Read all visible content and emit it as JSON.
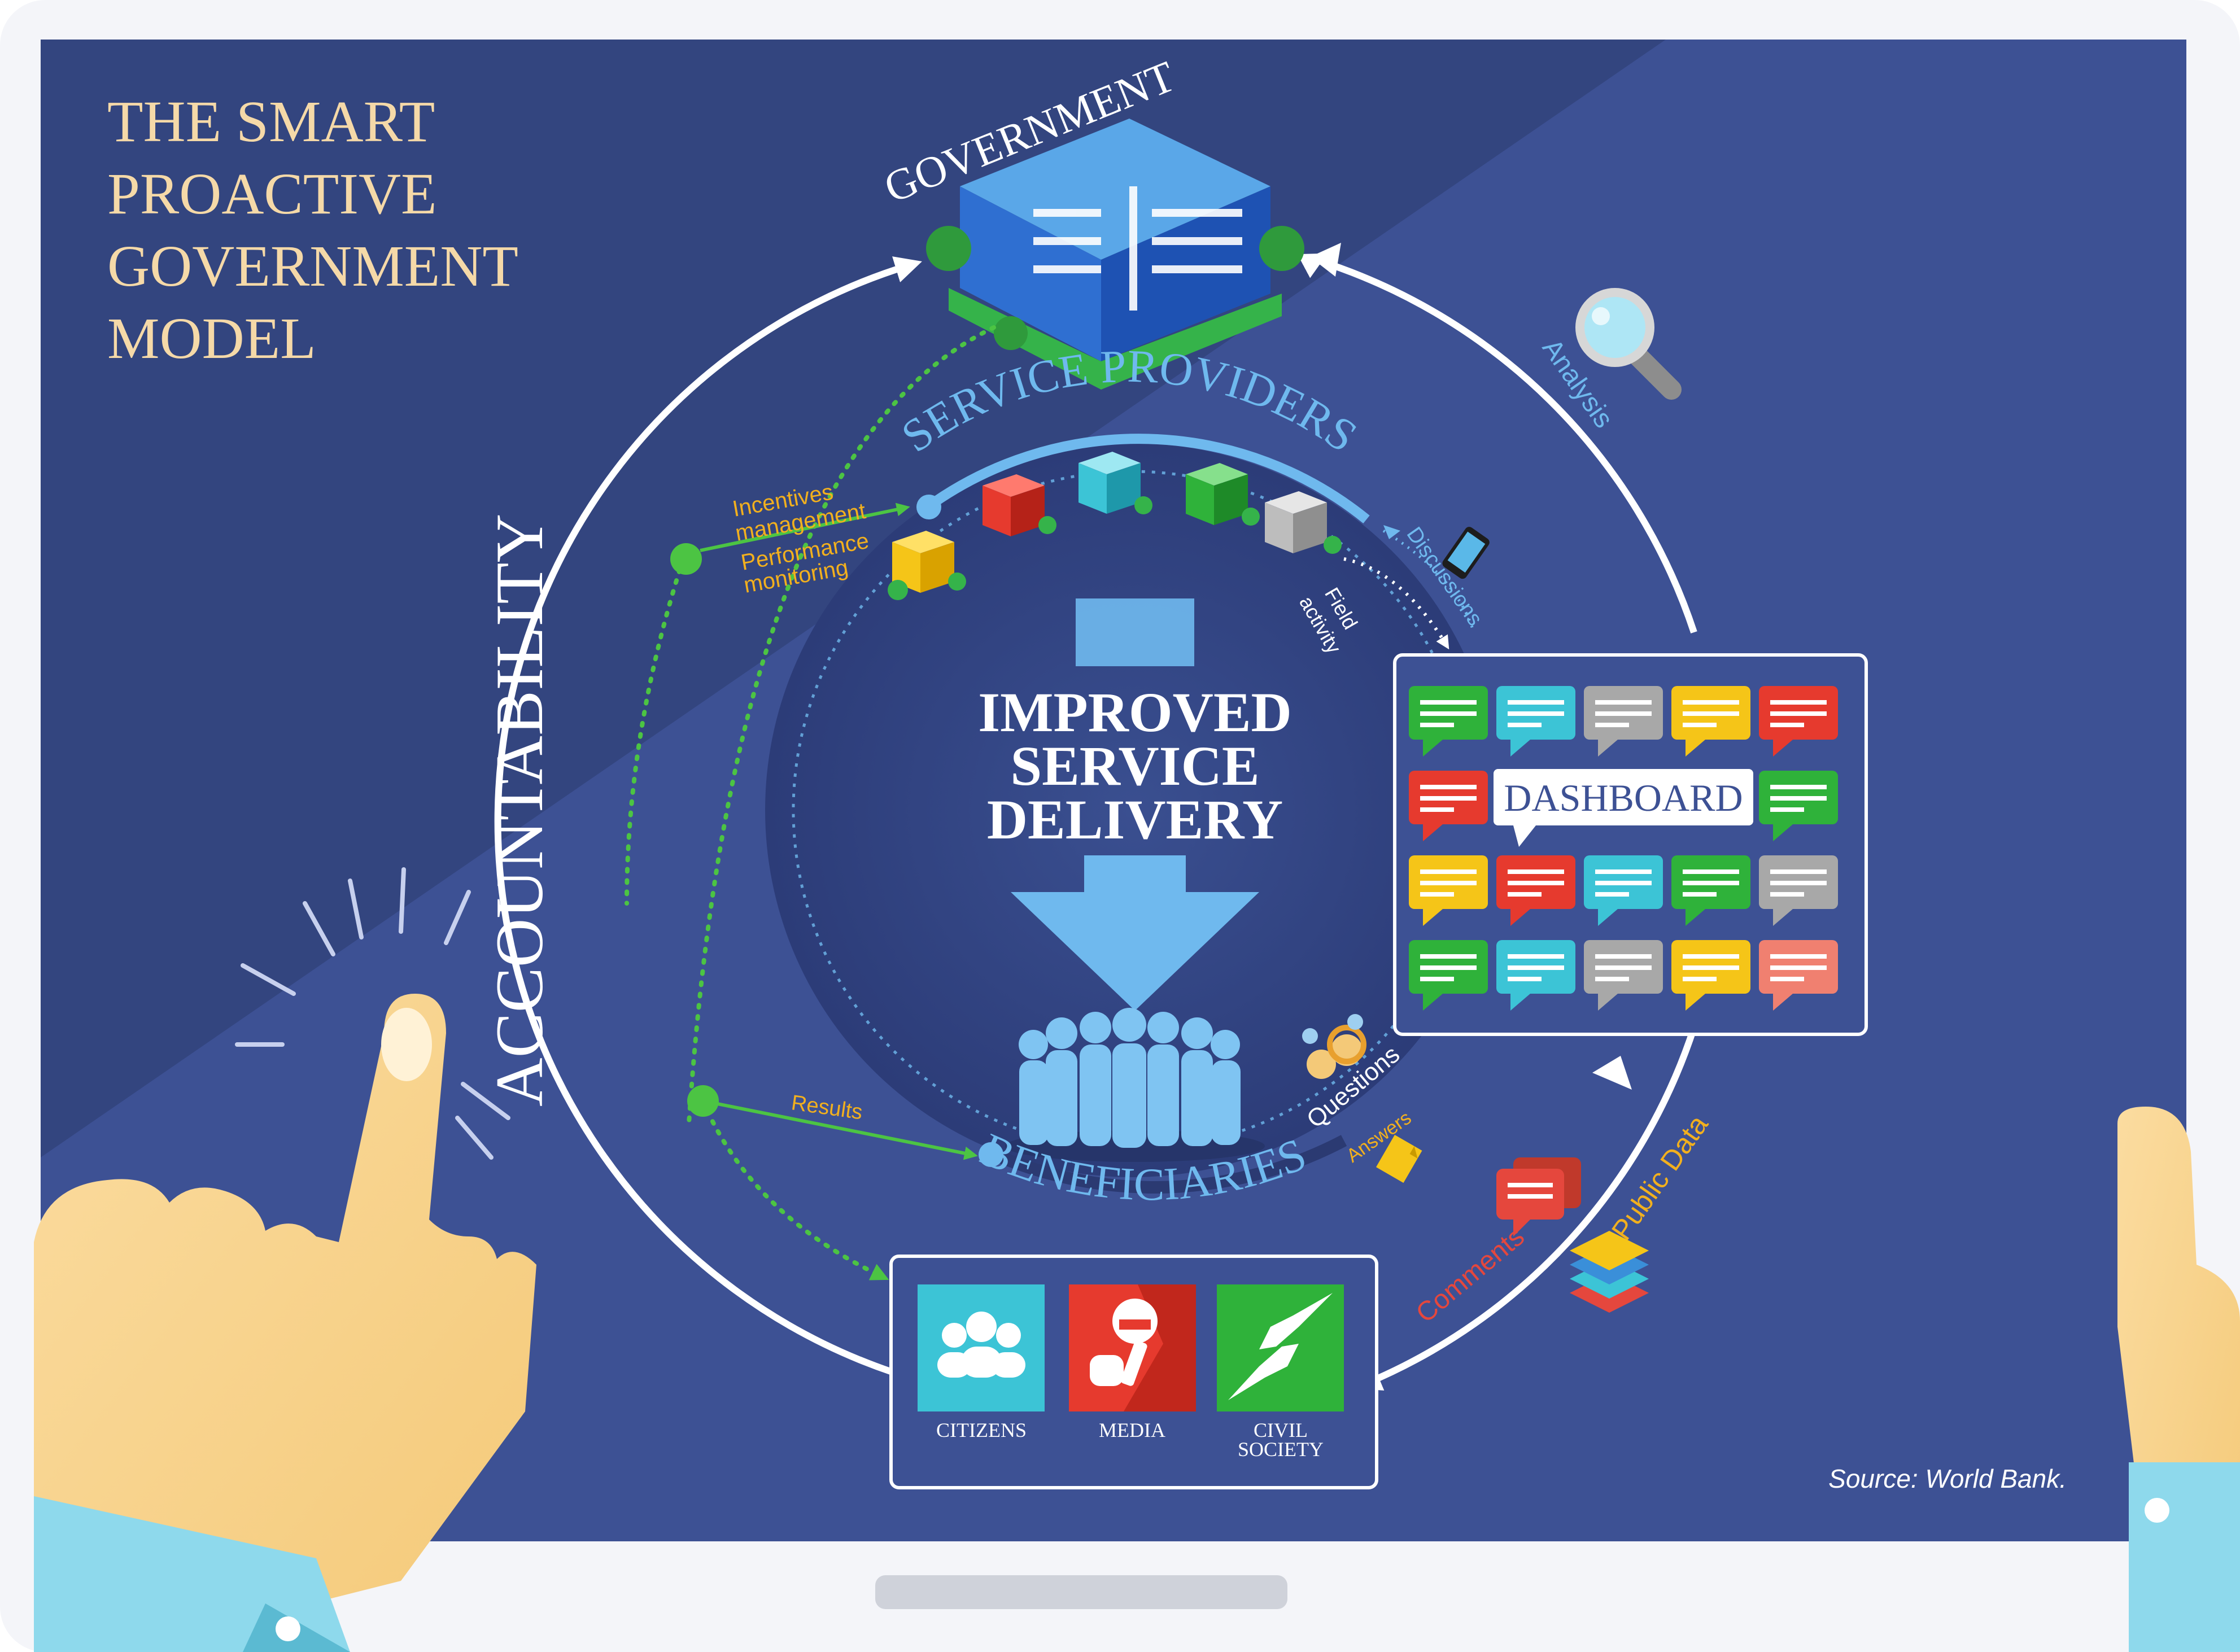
{
  "title": [
    "THE SMART",
    "PROACTIVE",
    "GOVERNMENT",
    "MODEL"
  ],
  "government_label": "GOVERNMENT",
  "service_providers_label": "SERVICE PROVIDERS",
  "beneficiaries_label": "BENEFICIARIES",
  "accountability_label": "ACCOUNTABILITY",
  "center_text": [
    "IMPROVED",
    "SERVICE",
    "DELIVERY"
  ],
  "dashboard_label": "DASHBOARD",
  "flow_labels": {
    "incentives": [
      "Incentives",
      "management"
    ],
    "performance": [
      "Performance",
      "monitoring"
    ],
    "results": "Results",
    "analysis": "Analysis",
    "discussions": "Discussions",
    "field_activity": [
      "Field",
      "activity"
    ],
    "questions": "Questions",
    "answers": "Answers",
    "public_data": "Public Data",
    "comments": "Comments"
  },
  "stakeholders": [
    {
      "label": [
        "CITIZENS"
      ],
      "icon": "people-icon",
      "color": "#3cc4d6"
    },
    {
      "label": [
        "MEDIA"
      ],
      "icon": "microphone-news-icon",
      "color": "#e63a2e"
    },
    {
      "label": [
        "CIVIL",
        "SOCIETY"
      ],
      "icon": "helping-hands-icon",
      "color": "#2fb23a"
    }
  ],
  "source": "Source: World Bank.",
  "colors": {
    "background": "#3d5194",
    "title": "#f5d9a8",
    "arc_label": "#6fb9ee",
    "green_flow": "#4cc443",
    "orange_label": "#f2b01e",
    "comments_red": "#e5473d"
  },
  "dashboard_bubbles": [
    "#2fb23a",
    "#3cc4d6",
    "#a8a8a8",
    "#f5c518",
    "#e63a2e",
    "#e63a2e",
    "#2fb23a",
    "#f5c518",
    "#e63a2e",
    "#3cc4d6",
    "#2fb23a",
    "#a8a8a8",
    "#2fb23a",
    "#3cc4d6",
    "#a8a8a8",
    "#f5c518",
    "#f08070"
  ]
}
